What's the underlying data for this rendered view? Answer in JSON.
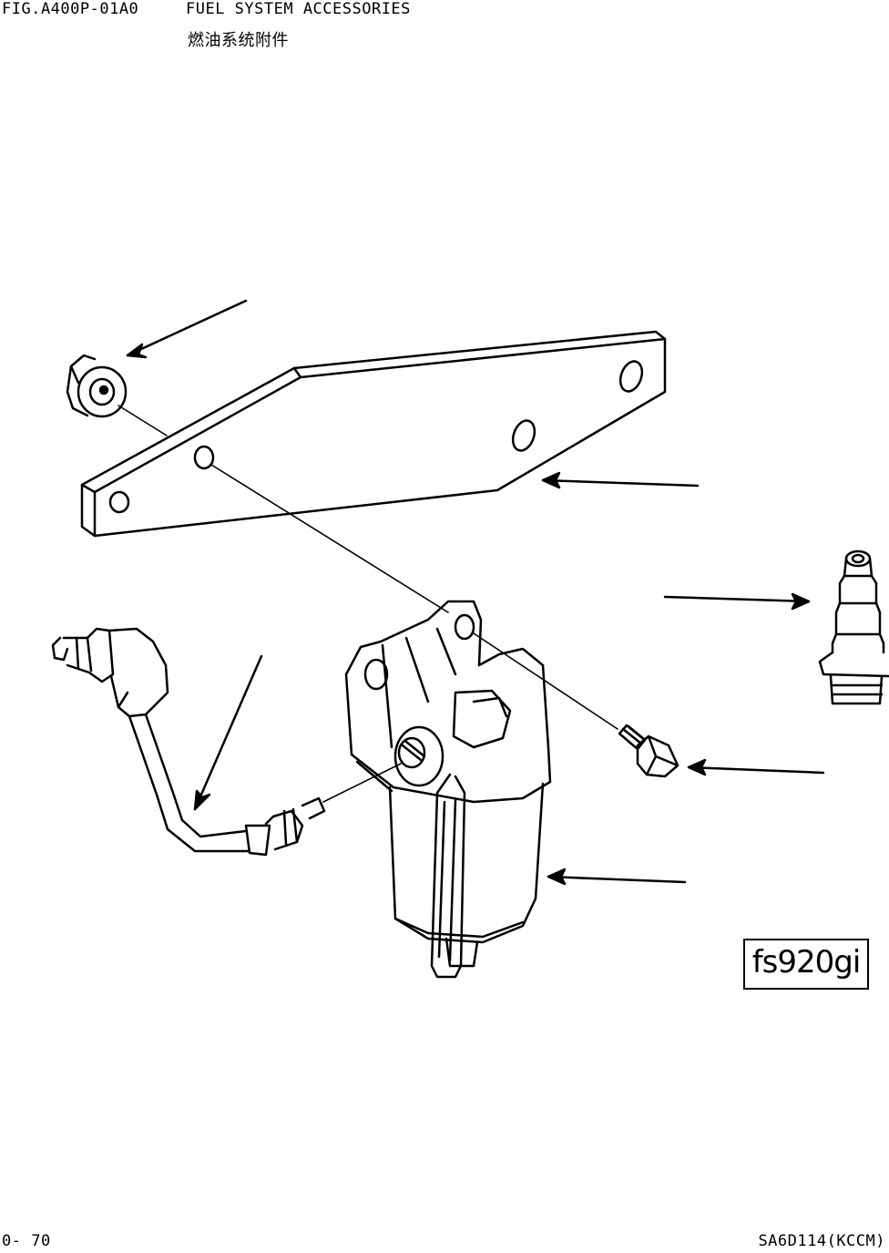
{
  "header": {
    "figure_code": "FIG.A400P-01A0",
    "title_en": "FUEL SYSTEM ACCESSORIES",
    "title_cn": "燃油系统附件"
  },
  "footer": {
    "page_number": "0- 70",
    "engine_model": "SA6D114(KCCM)"
  },
  "reference_box": {
    "label": "fs920gi"
  },
  "parts": [
    "nut",
    "bracket",
    "hose-fitting",
    "bolt",
    "fuel-filter-assembly",
    "fuel-tube"
  ]
}
